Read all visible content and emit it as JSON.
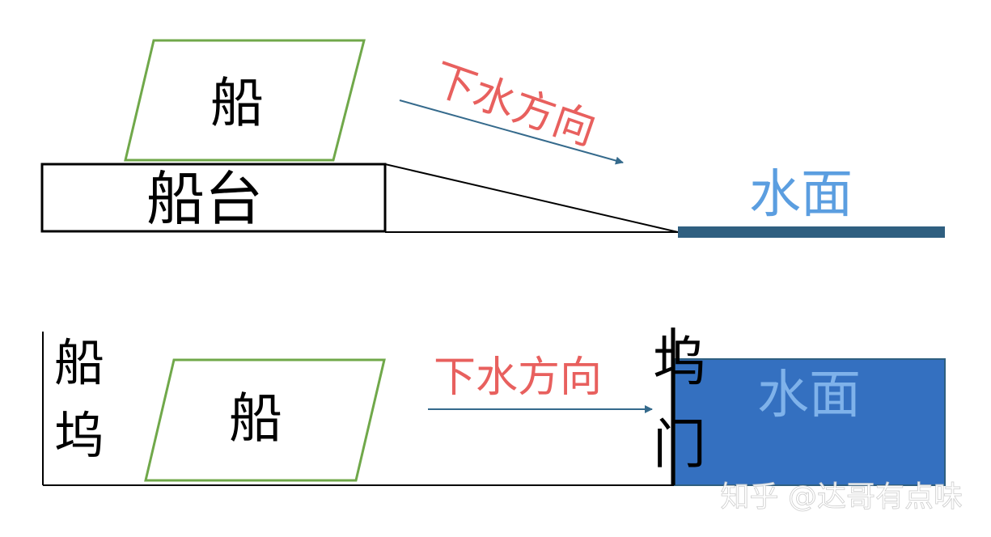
{
  "top": {
    "ship_label": "船",
    "slipway_label": "船台",
    "direction_label": "下水方向",
    "water_label": "水面"
  },
  "bottom": {
    "dock_label_1": "船",
    "dock_label_2": "坞",
    "ship_label": "船",
    "direction_label": "下水方向",
    "gate_label_1": "坞",
    "gate_label_2": "门",
    "water_label": "水面"
  },
  "watermark": "知乎 @达哥有点味",
  "colors": {
    "ship_outline": "#70a84a",
    "direction_text": "#e8605e",
    "arrow": "#356a8c",
    "water_text_top": "#5b9ee0",
    "water_line": "#2f5f80",
    "water_fill": "#3470c0",
    "water_text_bottom": "#7fb2ea",
    "watermark": "#ffffff"
  }
}
